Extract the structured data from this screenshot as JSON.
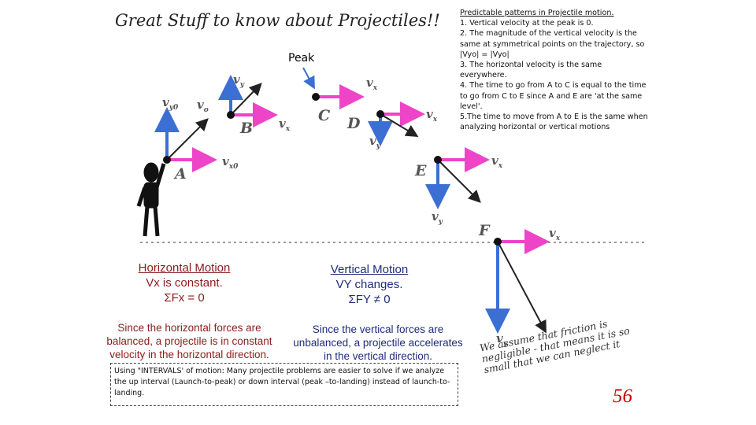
{
  "title": "Great Stuff to know about Projectiles!!",
  "notes": {
    "heading": "Predictable patterns in Projectile motion.",
    "items": [
      "1.  Vertical velocity at the peak is 0.",
      "2.  The magnitude of the vertical velocity is the same at symmetrical points on the trajectory, so  |Vyo| = |Vyo|",
      "3.  The horizontal velocity is the same everywhere.",
      "4.  The time to go from A to C is equal to the time to go from C to E since A and E are 'at the same level'.",
      "5.The time to move from A to E is the same when analyzing horizontal or vertical motions"
    ]
  },
  "peak_label": "Peak",
  "points": {
    "a": "A",
    "b": "B",
    "c": "C",
    "d": "D",
    "e": "E",
    "f": "F"
  },
  "vectors": {
    "vy0": "v",
    "vy0_sub": "y0",
    "vo": "v",
    "vo_sub": "o",
    "vx0": "v",
    "vx0_sub": "x0",
    "vy": "v",
    "vy_sub": "y",
    "vx": "v",
    "vx_sub": "x"
  },
  "horizontal": {
    "heading": "Horizontal Motion",
    "line1": "Vx is constant.",
    "line2": "ΣFx = 0",
    "explanation": "Since the horizontal forces are balanced, a projectile is in constant velocity in the horizontal direction."
  },
  "vertical": {
    "heading": "Vertical Motion",
    "line1": "VY changes.",
    "line2": "ΣFY ≠ 0",
    "explanation": "Since the vertical forces are unbalanced, a projectile accelerates in the vertical direction."
  },
  "intervals_note": "Using \"INTERVALS' of motion:   Many projectile problems are easier to solve if we analyze the up interval (Launch-to-peak)  or down interval (peak –to-landing) instead of launch-to-landing.",
  "handwritten": "We assume that friction is negligible - that means it is so small that we can neglect it",
  "page_number": "56",
  "colors": {
    "pink": "#ee44c8",
    "blue": "#3b6fd4",
    "title_red": "#8b1c1c",
    "navy": "#1f2c7a",
    "page_num": "#c00000"
  }
}
